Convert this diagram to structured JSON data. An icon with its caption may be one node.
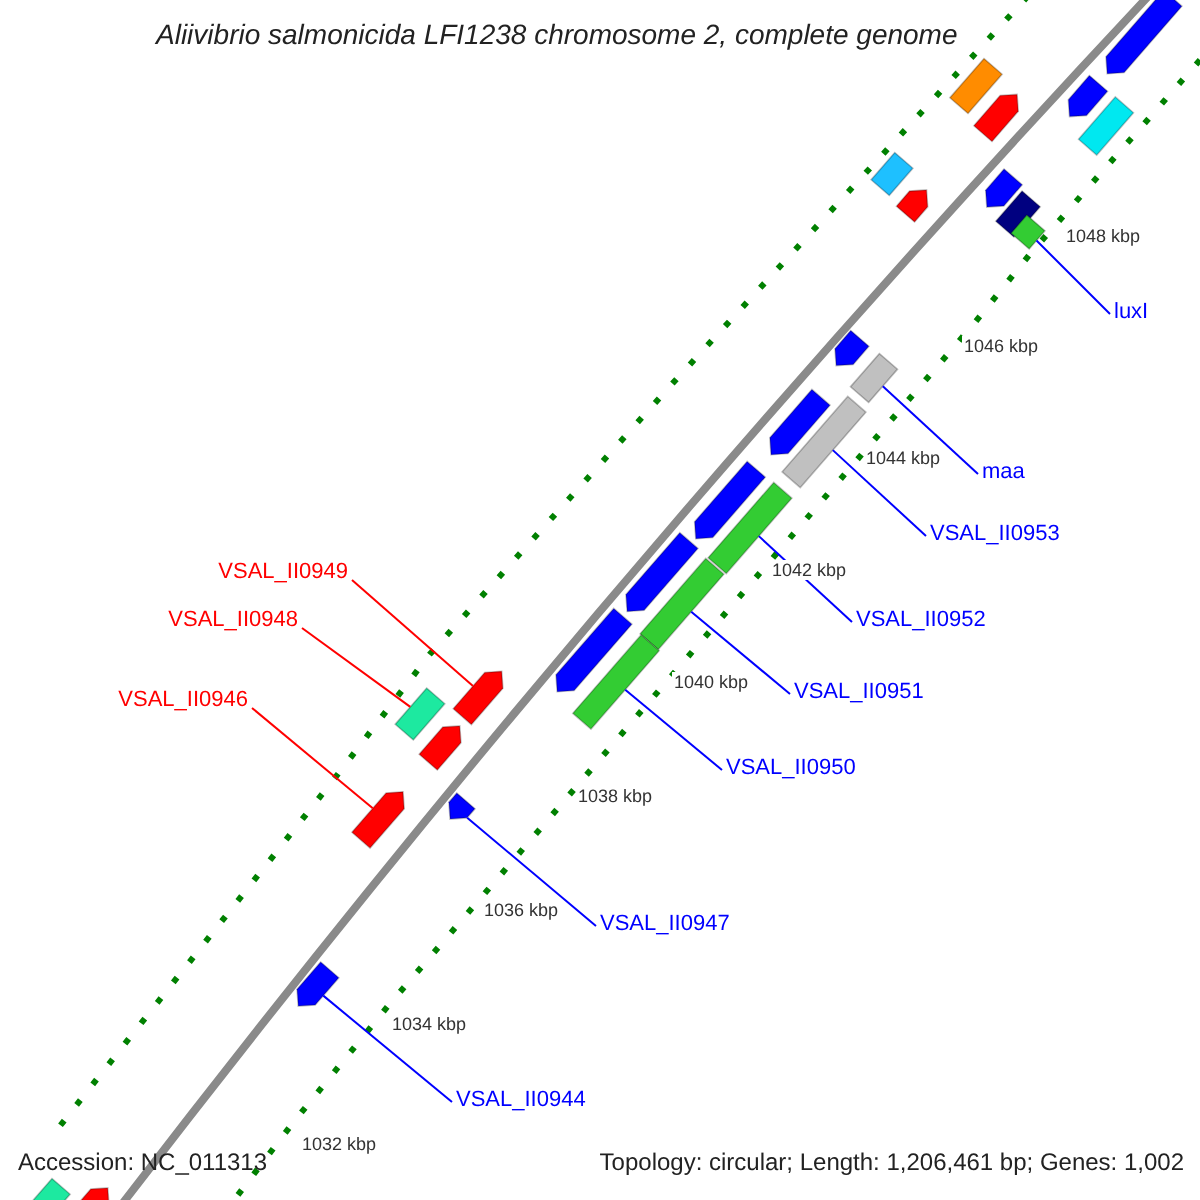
{
  "diagram": {
    "title": "Aliivibrio salmonicida LFI1238 chromosome 2, complete genome",
    "nodes": [
      {
        "text": [
          "luxI"
        ]
      },
      {
        "text": [
          "maa"
        ]
      },
      {
        "text": [
          "VSAL_II0953"
        ]
      },
      {
        "text": [
          "VSAL_II0949"
        ]
      },
      {
        "text": [
          "VSAL_II0948"
        ]
      },
      {
        "text": [
          "VSAL_II0952"
        ]
      },
      {
        "text": [
          "VSAL_II0951"
        ]
      },
      {
        "text": [
          "VSAL_II0946"
        ]
      },
      {
        "text": [
          "VSAL_II0950"
        ]
      },
      {
        "text": [
          "VSAL_II0947"
        ]
      },
      {
        "text": [
          "VSAL_II0944"
        ]
      },
      {
        "text": [],
        "shape": "pentagon"
      },
      {
        "text": [],
        "shape": "box"
      },
      {
        "text": [],
        "shape": "pentagon"
      },
      {
        "text": [],
        "shape": "pentagon"
      },
      {
        "text": [],
        "shape": "box"
      },
      {
        "text": [],
        "shape": "box"
      },
      {
        "text": [],
        "shape": "pentagon"
      },
      {
        "text": [],
        "shape": "pentagon"
      },
      {
        "text": [],
        "shape": "box"
      },
      {
        "text": [],
        "shape": "box"
      },
      {
        "text": [],
        "shape": "pentagon"
      },
      {
        "text": [],
        "shape": "box"
      },
      {
        "text": [],
        "shape": "pentagon"
      },
      {
        "text": [],
        "shape": "box"
      },
      {
        "text": [],
        "shape": "pentagon"
      },
      {
        "text": [],
        "shape": "box"
      },
      {
        "text": [],
        "shape": "pentagon"
      },
      {
        "text": [],
        "shape": "box"
      },
      {
        "text": [],
        "shape": "pentagon"
      },
      {
        "text": [],
        "shape": "pentagon"
      },
      {
        "text": [],
        "shape": "box"
      },
      {
        "text": [],
        "shape": "box"
      },
      {
        "text": [],
        "shape": "pentagon"
      },
      {
        "text": [],
        "shape": "pentagon"
      },
      {
        "text": [],
        "shape": "pentagon"
      },
      {
        "text": [],
        "shape": "pentagon"
      },
      {
        "text": [],
        "shape": "box"
      },
      {
        "text": [],
        "shape": "pentagon"
      }
    ],
    "edges": [
      {
        "from": 0,
        "to": 20,
        "arrow": "none"
      },
      {
        "from": 1,
        "to": 22,
        "arrow": "none"
      },
      {
        "from": 2,
        "to": 24,
        "arrow": "none"
      },
      {
        "from": 3,
        "to": 30,
        "arrow": "none",
        "color": "#ff0000"
      },
      {
        "from": 4,
        "to": 32,
        "arrow": "none",
        "color": "#ff0000"
      },
      {
        "from": 5,
        "to": 26,
        "arrow": "none"
      },
      {
        "from": 6,
        "to": 28,
        "arrow": "none"
      },
      {
        "from": 7,
        "to": 34,
        "arrow": "none",
        "color": "#ff0000"
      },
      {
        "from": 8,
        "to": 31,
        "arrow": "none"
      },
      {
        "from": 9,
        "to": 35,
        "arrow": "none"
      },
      {
        "from": 10,
        "to": 36,
        "arrow": "none"
      }
    ],
    "labels": [
      "1048 kbp",
      "1046 kbp",
      "1044 kbp",
      "1042 kbp",
      "1040 kbp",
      "1038 kbp",
      "1036 kbp",
      "1034 kbp",
      "1032 kbp",
      "Accession: NC_011313",
      "Topology: circular; Length: 1,206,461 bp; Genes: 1,002"
    ]
  }
}
